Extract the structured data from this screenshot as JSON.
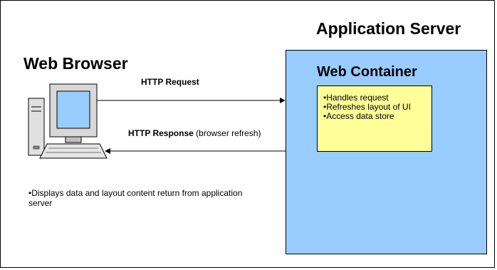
{
  "browser": {
    "title": "Web Browser",
    "notes": [
      "•Displays data and layout content return from application server"
    ]
  },
  "server": {
    "title": "Application Server",
    "container": {
      "title": "Web Container",
      "items": [
        "•Handles request",
        "•Refreshes layout of UI",
        "•Access data store"
      ]
    }
  },
  "arrows": {
    "request_label": "HTTP Request",
    "response_label_bold": "HTTP Response",
    "response_label_rest": " (browser refresh)"
  },
  "colors": {
    "container_fill": "#99ccff",
    "note_fill": "#ffff99"
  },
  "icons": [
    "computer-icon"
  ]
}
